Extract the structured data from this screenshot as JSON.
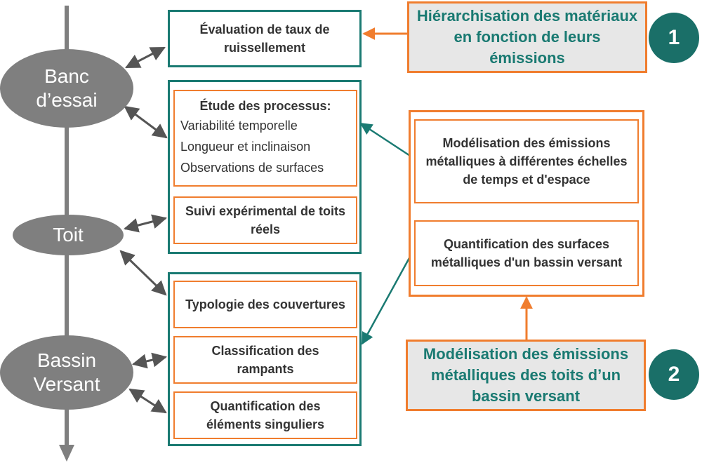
{
  "axis": {
    "nodes": [
      {
        "label": "Banc\nd’essai"
      },
      {
        "label": "Toit"
      },
      {
        "label": "Bassin\nVersant"
      }
    ]
  },
  "left_boxes": {
    "evaluation": "Évaluation de taux de ruissellement",
    "processus": {
      "title": "Étude des processus:",
      "items": [
        "Variabilité temporelle",
        "Longueur et inclinaison",
        "Observations de surfaces"
      ]
    },
    "suivi": "Suivi expérimental de toits réels",
    "typologie": "Typologie des couvertures",
    "classification": "Classification des rampants",
    "quantification_elements": "Quantification des éléments singuliers"
  },
  "right_boxes": {
    "modelisation_emissions": "Modélisation des émissions métalliques à différentes échelles de temps et d'espace",
    "quantification_surfaces": "Quantification des surfaces métalliques d'un bassin versant"
  },
  "callouts": [
    {
      "number": "1",
      "text": "Hiérarchisation des matériaux en fonction de leurs émissions"
    },
    {
      "number": "2",
      "text": "Modélisation des émissions métalliques des toits d’un bassin versant"
    }
  ],
  "colors": {
    "teal": "#1a7a72",
    "orange": "#f07d2e",
    "grey_node": "#7f7f7f",
    "callout_fill": "#e7e7e7",
    "badge": "#1a6f68"
  }
}
